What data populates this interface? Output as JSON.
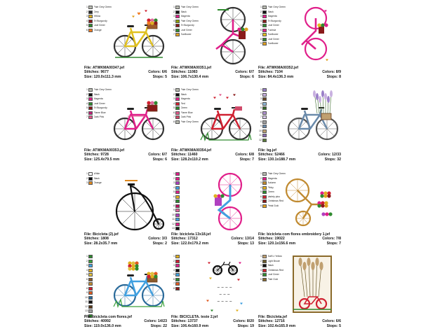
{
  "cards": [
    {
      "id": "c1",
      "file": "File: ATWKMA00347.jef",
      "stitches": "Stitches: 9677",
      "colors": "Colors: 6/6",
      "size": "Size: 120.0x111.3 mm",
      "stops": "Stops: 5",
      "palette": [
        {
          "n": "1",
          "color": "#b8bab0",
          "name": "Pale Grey Green"
        },
        {
          "n": "2",
          "color": "#2b2b2b",
          "name": "Grey"
        },
        {
          "n": "3",
          "color": "#e0b020",
          "name": "Yellow"
        },
        {
          "n": "4",
          "color": "#8a1a1a",
          "name": "Tri Burgundy"
        },
        {
          "n": "5",
          "color": "#2f8a2f",
          "name": "Leaf Green"
        },
        {
          "n": "6",
          "color": "#f07a20",
          "name": "Orange"
        }
      ],
      "art": "bike-yellow"
    },
    {
      "id": "c2",
      "file": "File: ATWKMA00351.jef",
      "stitches": "Stitches: 11083",
      "colors": "Colors: 6/7",
      "size": "Size: 106.7x130.4 mm",
      "stops": "Stops: 6",
      "palette": [
        {
          "n": "1",
          "color": "#b8bab0",
          "name": "Pale Grey Green"
        },
        {
          "n": "2",
          "color": "#111111",
          "name": "Black"
        },
        {
          "n": "3",
          "color": "#e01f8a",
          "name": "Magenta"
        },
        {
          "n": "4",
          "color": "#8fa000",
          "name": "Pale Grey Green"
        },
        {
          "n": "5",
          "color": "#8a1a1a",
          "name": "Tri Burgundy"
        },
        {
          "n": "6",
          "color": "#2f8a2f",
          "name": "Leaf Green"
        },
        {
          "n": "7",
          "color": "#e0a020",
          "name": "Sunflower"
        }
      ],
      "art": "bike-vertical"
    },
    {
      "id": "c3",
      "file": "File: ATWKMA00352.jef",
      "stitches": "Stitches: 7104",
      "colors": "Colors: 8/9",
      "size": "Size: 84.4x136.3 mm",
      "stops": "Stops: 8",
      "palette": [
        {
          "n": "1",
          "color": "#b8bab0",
          "name": "Pale Grey Green"
        },
        {
          "n": "2",
          "color": "#111111",
          "name": "Black"
        },
        {
          "n": "3",
          "color": "#e01f8a",
          "name": "Magenta"
        },
        {
          "n": "4",
          "color": "#8a1a1a",
          "name": "Tri Burgundy"
        },
        {
          "n": "5",
          "color": "#2f8a2f",
          "name": "Leaf Green"
        },
        {
          "n": "6",
          "color": "#e01f8a",
          "name": "Fuchsia"
        },
        {
          "n": "7",
          "color": "#e0c020",
          "name": "Sunflower"
        },
        {
          "n": "8",
          "color": "#2f8a2f",
          "name": "Leaf Green"
        },
        {
          "n": "9",
          "color": "#e0a020",
          "name": "Sunflower"
        }
      ],
      "art": "bike-vertical-pink"
    },
    {
      "id": "c4",
      "file": "File: ATWKMA00353.jef",
      "stitches": "Stitches: 9728",
      "colors": "Colors: 6/7",
      "size": "Size: 125.4x79.5 mm",
      "stops": "Stops: 6",
      "palette": [
        {
          "n": "1",
          "color": "#b8bab0",
          "name": "Pale Grey Green"
        },
        {
          "n": "2",
          "color": "#111111",
          "name": "Black"
        },
        {
          "n": "3",
          "color": "#e01f8a",
          "name": "Magenta"
        },
        {
          "n": "4",
          "color": "#2f8a2f",
          "name": "Leaf Green"
        },
        {
          "n": "5",
          "color": "#8a1a1a",
          "name": "Tri Burgundy"
        },
        {
          "n": "6",
          "color": "#c0207a",
          "name": "Flame Blue"
        },
        {
          "n": "7",
          "color": "#e05a8a",
          "name": "Dark Pink"
        }
      ],
      "art": "bike-magenta"
    },
    {
      "id": "c5",
      "file": "File: ATWKMA00354.jef",
      "stitches": "Stitches: 11460",
      "colors": "Colors: 6/8",
      "size": "Size: 128.2x110.2 mm",
      "stops": "Stops: 7",
      "palette": [
        {
          "n": "1",
          "color": "#b8bab0",
          "name": "Pale Grey Green"
        },
        {
          "n": "2",
          "color": "#111111",
          "name": "Black"
        },
        {
          "n": "3",
          "color": "#e01f8a",
          "name": "Magenta"
        },
        {
          "n": "4",
          "color": "#d02030",
          "name": "Red"
        },
        {
          "n": "5",
          "color": "#2f8a2f",
          "name": "Green"
        },
        {
          "n": "6",
          "color": "#e05a8a",
          "name": "Flame Blue"
        },
        {
          "n": "7",
          "color": "#d04a6a",
          "name": "Dark Pink"
        },
        {
          "n": "8",
          "color": "#b8bab0",
          "name": "Pale Grey Green"
        }
      ],
      "art": "bike-red"
    },
    {
      "id": "c6",
      "file": "File: bg.jef",
      "stitches": "Stitches: 52466",
      "colors": "Colors: 12/33",
      "size": "Size: 130.1x188.7 mm",
      "stops": "Stops: 32",
      "palette": [
        {
          "n": "1",
          "color": "#9a7fc8",
          "name": ""
        },
        {
          "n": "2",
          "color": "#c8b0e0",
          "name": ""
        },
        {
          "n": "3",
          "color": "#6a4a2a",
          "name": ""
        },
        {
          "n": "4",
          "color": "#8fb8d8",
          "name": ""
        },
        {
          "n": "5",
          "color": "#3a6a2a",
          "name": ""
        },
        {
          "n": "6",
          "color": "#b090d0",
          "name": ""
        },
        {
          "n": "7",
          "color": "#d8c8e8",
          "name": ""
        },
        {
          "n": "8",
          "color": "#a0a0a0",
          "name": ""
        },
        {
          "n": "9",
          "color": "#6a8aaa",
          "name": ""
        },
        {
          "n": "10",
          "color": "#c0a070",
          "name": ""
        },
        {
          "n": "11",
          "color": "#8a6ab0",
          "name": ""
        },
        {
          "n": "12",
          "color": "#5a7a3a",
          "name": ""
        }
      ],
      "art": "bike-lavender"
    },
    {
      "id": "c7",
      "file": "File: Bicicleta (2).jef",
      "stitches": "Stitches: 1808",
      "colors": "Colors: 3/3",
      "size": "Size: 28.2x35.7 mm",
      "stops": "Stops: 2",
      "palette": [
        {
          "n": "1",
          "color": "#ffffff",
          "name": "White"
        },
        {
          "n": "2",
          "color": "#111111",
          "name": "Black"
        },
        {
          "n": "3",
          "color": "#e08a20",
          "name": "Orange"
        }
      ],
      "art": "bike-pennyfarthing"
    },
    {
      "id": "c8",
      "file": "File: bicicleta 13x18.jef",
      "stitches": "Stitches: 17312",
      "colors": "Colors: 13/14",
      "size": "Size: 122.0x179.2 mm",
      "stops": "Stops: 13",
      "palette": [
        {
          "n": "1",
          "color": "#e01f8a",
          "name": ""
        },
        {
          "n": "2",
          "color": "#e01f8a",
          "name": ""
        },
        {
          "n": "3",
          "color": "#b040c0",
          "name": ""
        },
        {
          "n": "4",
          "color": "#40a0e0",
          "name": ""
        },
        {
          "n": "5",
          "color": "#e01f8a",
          "name": ""
        },
        {
          "n": "6",
          "color": "#e0b020",
          "name": ""
        },
        {
          "n": "7",
          "color": "#2f8a2f",
          "name": ""
        },
        {
          "n": "8",
          "color": "#c01060",
          "name": ""
        },
        {
          "n": "9",
          "color": "#e06aa0",
          "name": ""
        },
        {
          "n": "10",
          "color": "#b040c0",
          "name": ""
        },
        {
          "n": "11",
          "color": "#40a0e0",
          "name": ""
        },
        {
          "n": "12",
          "color": "#e01f8a",
          "name": ""
        },
        {
          "n": "13",
          "color": "#111111",
          "name": ""
        }
      ],
      "art": "bike-pink-vertical"
    },
    {
      "id": "c9",
      "file": "File: bicicleta com flores embroidery 1.jef",
      "stitches": "Stitches: 19022",
      "colors": "Colors: 7/8",
      "size": "Size: 120.1x156.6 mm",
      "stops": "Stops: 7",
      "palette": [
        {
          "n": "1",
          "color": "#b8bab0",
          "name": "Pale Grey Green"
        },
        {
          "n": "2",
          "color": "#e01f8a",
          "name": "Magenta"
        },
        {
          "n": "3",
          "color": "#c08a30",
          "name": "Autumn"
        },
        {
          "n": "4",
          "color": "#e0b020",
          "name": "Pinky"
        },
        {
          "n": "5",
          "color": "#2f8a2f",
          "name": "Green"
        },
        {
          "n": "6",
          "color": "#d02030",
          "name": "Varlety plus"
        },
        {
          "n": "7",
          "color": "#8a1a1a",
          "name": "Christmas Red"
        },
        {
          "n": "8",
          "color": "#e0a020",
          "name": "Petal Gold"
        }
      ],
      "art": "bike-flowers-gold"
    },
    {
      "id": "c10",
      "file": "File: bicicleta com flores.jef",
      "stitches": "Stitches: 40992",
      "colors": "Colors: 14/23",
      "size": "Size: 119.0x136.0 mm",
      "stops": "Stops: 22",
      "palette": [
        {
          "n": "1",
          "color": "#2f8a2f",
          "name": ""
        },
        {
          "n": "2",
          "color": "#3aa03a",
          "name": ""
        },
        {
          "n": "3",
          "color": "#40a0e0",
          "name": ""
        },
        {
          "n": "4",
          "color": "#e0b020",
          "name": ""
        },
        {
          "n": "5",
          "color": "#e0c040",
          "name": ""
        },
        {
          "n": "6",
          "color": "#8a5a2a",
          "name": ""
        },
        {
          "n": "7",
          "color": "#c08a30",
          "name": ""
        },
        {
          "n": "8",
          "color": "#d02030",
          "name": ""
        },
        {
          "n": "9",
          "color": "#e05a20",
          "name": ""
        },
        {
          "n": "10",
          "color": "#2a6a9a",
          "name": ""
        },
        {
          "n": "11",
          "color": "#111111",
          "name": ""
        },
        {
          "n": "12",
          "color": "#5a3a1a",
          "name": ""
        },
        {
          "n": "13",
          "color": "#a0a0a0",
          "name": ""
        },
        {
          "n": "14",
          "color": "#2f8a2f",
          "name": ""
        }
      ],
      "art": "bike-blue-basket"
    },
    {
      "id": "c11",
      "file": "File: BICICLETA. teste 2.jef",
      "stitches": "Stitches: 13737",
      "colors": "Colors: 8/20",
      "size": "Size: 106.4x160.9 mm",
      "stops": "Stops: 19",
      "palette": [
        {
          "n": "1",
          "color": "#e0b020",
          "name": ""
        },
        {
          "n": "2",
          "color": "#d02030",
          "name": ""
        },
        {
          "n": "3",
          "color": "#e01f8a",
          "name": ""
        },
        {
          "n": "4",
          "color": "#111111",
          "name": ""
        },
        {
          "n": "5",
          "color": "#40a0e0",
          "name": ""
        },
        {
          "n": "6",
          "color": "#2f8a2f",
          "name": ""
        },
        {
          "n": "7",
          "color": "#e05a20",
          "name": ""
        },
        {
          "n": "8",
          "color": "#8a1a1a",
          "name": ""
        }
      ],
      "art": "bike-tandem"
    },
    {
      "id": "c12",
      "file": "File: Bicicleta.jef",
      "stitches": "Stitches: 12716",
      "colors": "Colors: 6/6",
      "size": "Size: 102.4x165.9 mm",
      "stops": "Stops: 5",
      "palette": [
        {
          "n": "1",
          "color": "#c0a070",
          "name": "Buff Lt Yellow"
        },
        {
          "n": "2",
          "color": "#6a5a2a",
          "name": "Light Brown"
        },
        {
          "n": "3",
          "color": "#111111",
          "name": "Black"
        },
        {
          "n": "4",
          "color": "#d02030",
          "name": "Christmas Red"
        },
        {
          "n": "5",
          "color": "#2f8a2f",
          "name": "Leaf Green"
        },
        {
          "n": "6",
          "color": "#8a6a2a",
          "name": "Pale Gold"
        }
      ],
      "art": "bike-framed"
    }
  ]
}
